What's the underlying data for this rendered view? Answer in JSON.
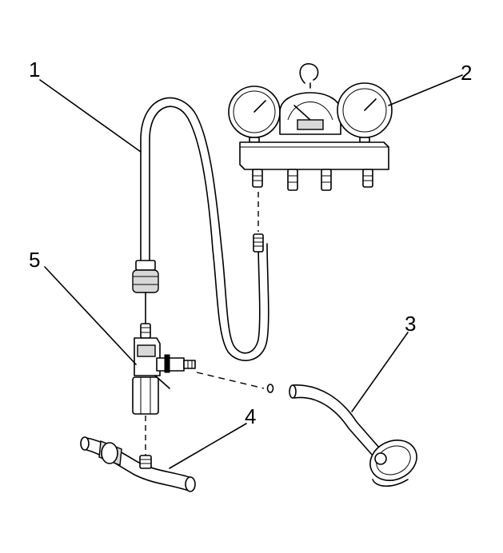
{
  "callouts": [
    {
      "id": "1",
      "label": "1",
      "part": "vacuum-hose"
    },
    {
      "id": "2",
      "label": "2",
      "part": "vacuum-gauge-manifold"
    },
    {
      "id": "3",
      "label": "3",
      "part": "adapter-hose"
    },
    {
      "id": "4",
      "label": "4",
      "part": "vacuum-line"
    },
    {
      "id": "5",
      "label": "5",
      "part": "tee-fitting"
    }
  ],
  "gauge_panel": {
    "row1": [
      "",
      "",
      "",
      ""
    ],
    "rows": [
      [
        "",
        "",
        ""
      ],
      [
        "",
        "",
        ""
      ],
      [
        "",
        "",
        ""
      ],
      [
        "",
        "",
        ""
      ]
    ]
  }
}
